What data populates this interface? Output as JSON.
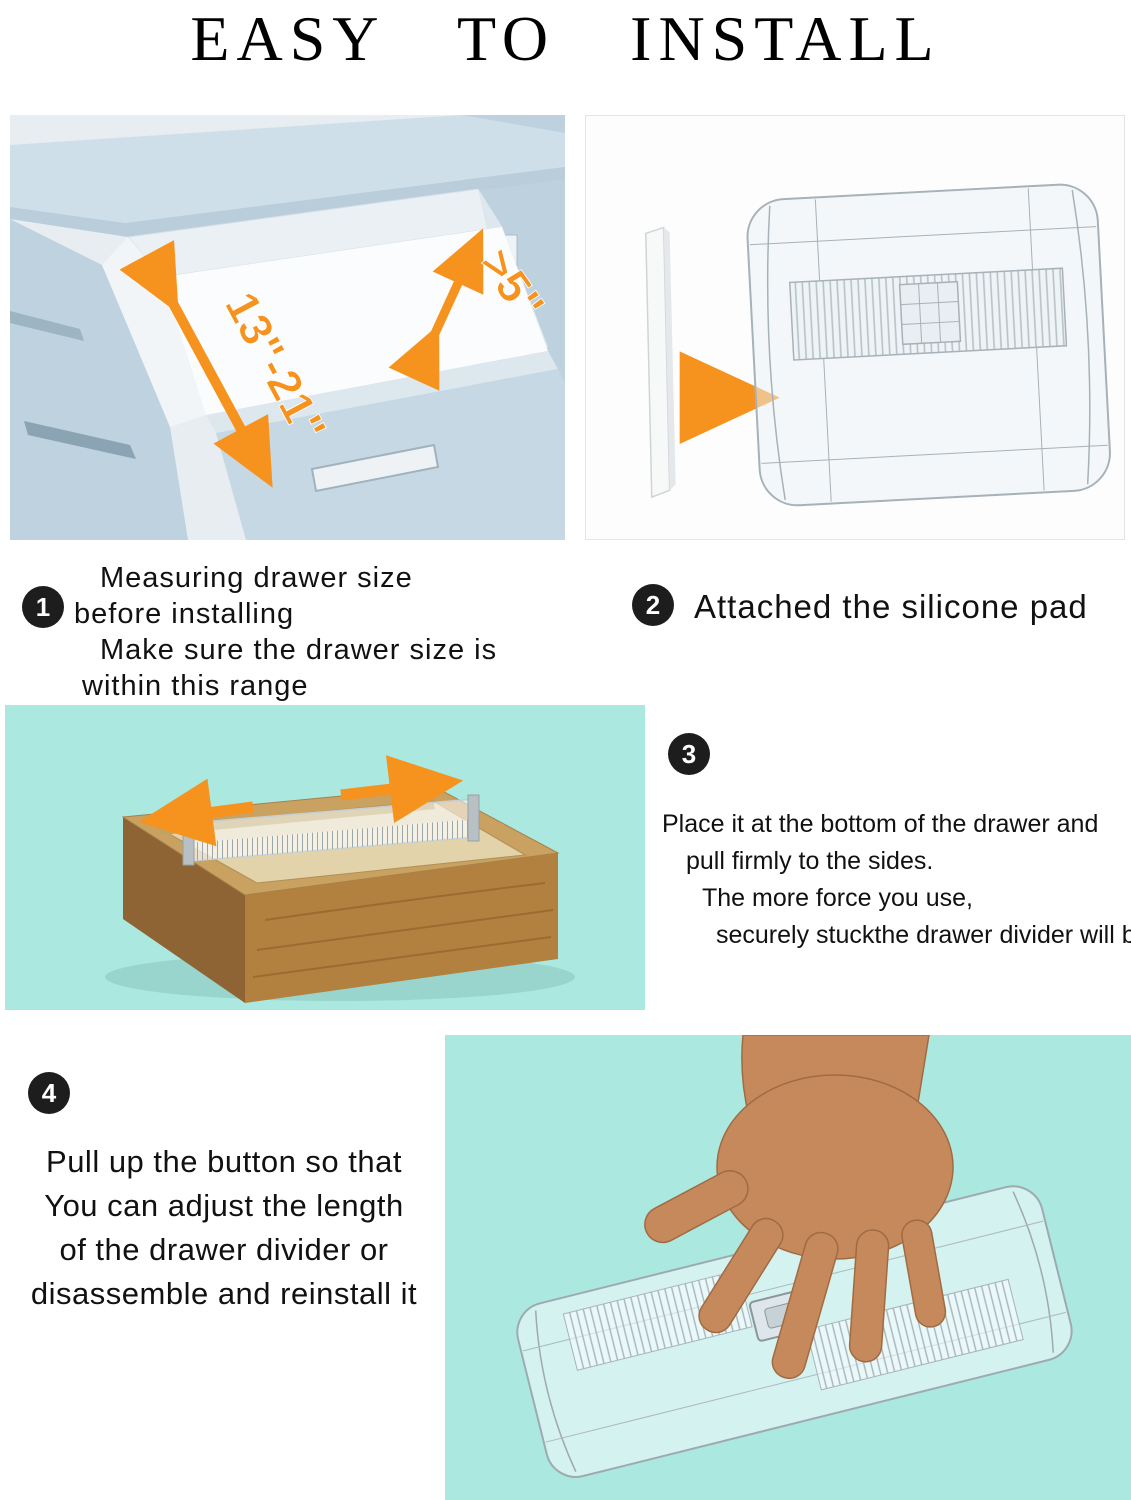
{
  "title": "EASY TO INSTALL",
  "measurements": {
    "width_range": "13\"-21\"",
    "depth_min": ">5\""
  },
  "steps": {
    "step1": {
      "number": "1",
      "lines": [
        "Measuring drawer size",
        "before installing",
        "Make sure the drawer size is",
        "within this range"
      ]
    },
    "step2": {
      "number": "2",
      "text": "Attached the silicone pad"
    },
    "step3": {
      "number": "3",
      "lines": [
        "Place it at the bottom of the drawer and",
        "pull firmly to the sides.",
        "The more force you use,",
        "securely stuckthe drawer divider will be"
      ]
    },
    "step4": {
      "number": "4",
      "lines": [
        "Pull up the button so that",
        "You can adjust the length",
        "of the drawer divider or",
        "disassemble and reinstall it"
      ]
    }
  },
  "colors": {
    "accent_orange": "#F6921E",
    "teal_background": "#ABE9E0",
    "step_badge": "#1D1D1D",
    "drawer_blue": "#C6D8E3",
    "wood_brown": "#B3813F"
  }
}
